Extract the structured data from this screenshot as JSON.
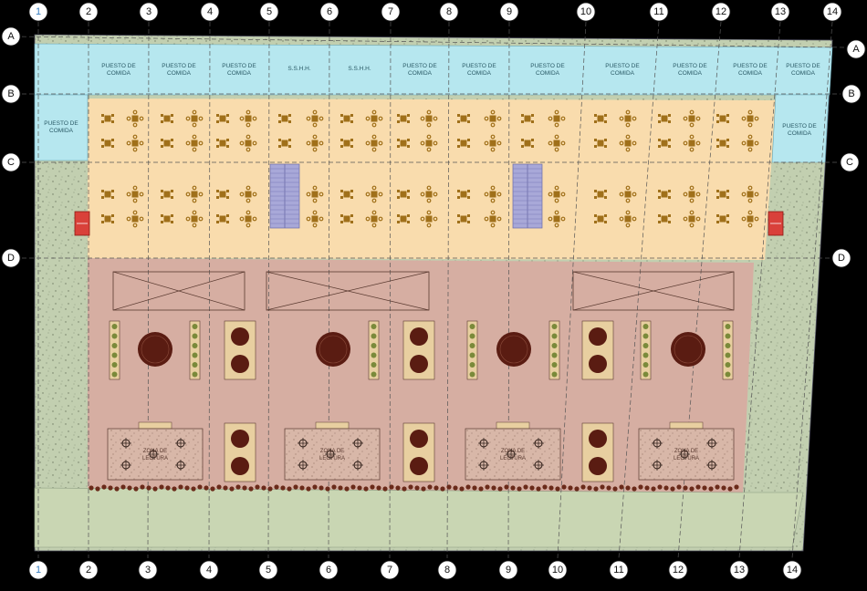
{
  "columns": [
    {
      "label": "1",
      "color": "#3a7fc1"
    },
    {
      "label": "2",
      "color": "#111"
    },
    {
      "label": "3",
      "color": "#111"
    },
    {
      "label": "4",
      "color": "#111"
    },
    {
      "label": "5",
      "color": "#111"
    },
    {
      "label": "6",
      "color": "#111"
    },
    {
      "label": "7",
      "color": "#111"
    },
    {
      "label": "8",
      "color": "#111"
    },
    {
      "label": "9",
      "color": "#111"
    },
    {
      "label": "10",
      "color": "#111"
    },
    {
      "label": "11",
      "color": "#111"
    },
    {
      "label": "12",
      "color": "#111"
    },
    {
      "label": "13",
      "color": "#111"
    },
    {
      "label": "14",
      "color": "#111"
    }
  ],
  "rows": [
    "A",
    "B",
    "C",
    "D"
  ],
  "stalls_top": [
    [
      "PUESTO DE",
      "COMIDA"
    ],
    [
      "PUESTO DE",
      "COMIDA"
    ],
    [
      "PUESTO DE",
      "COMIDA"
    ],
    [
      "S.S.H.H."
    ],
    [
      "S.S.H.H."
    ],
    [
      "PUESTO DE",
      "COMIDA"
    ],
    [
      "PUESTO DE",
      "COMIDA"
    ],
    [
      "PUESTO DE",
      "COMIDA"
    ],
    [
      "PUESTO DE",
      "COMIDA"
    ],
    [
      "PUESTO DE",
      "COMIDA"
    ],
    [
      "PUESTO DE",
      "COMIDA"
    ],
    [
      "PUESTO DE",
      "COMIDA"
    ]
  ],
  "stall_left": [
    "PUESTO DE",
    "COMIDA"
  ],
  "stall_right": [
    "PUESTO DE",
    "COMIDA"
  ],
  "reading_zone": [
    "ZONA DE",
    "LECTURA"
  ],
  "colors": {
    "stall": "#b6e7ef",
    "dining": "#f9dcad",
    "library": "#d6aea2",
    "green": "#c9d6b3",
    "terrain": "#c2cfb0",
    "stairs": "#a8a8d8",
    "table": "#a0701a",
    "round_table": "#5a1c12",
    "exit": "#d9413a"
  }
}
